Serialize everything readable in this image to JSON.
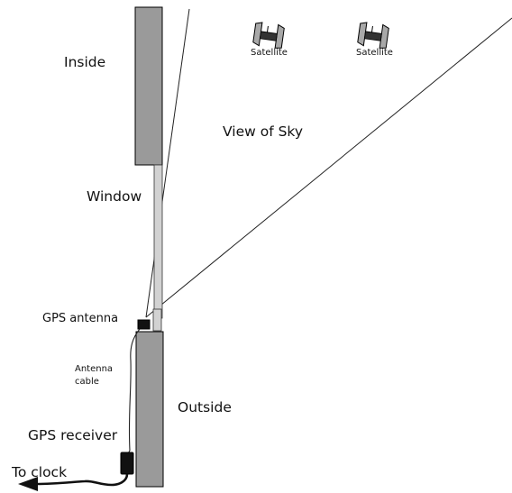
{
  "labels": {
    "inside": "Inside",
    "window": "Window",
    "view_of_sky": "View of Sky",
    "satellite_1": "Satellite",
    "satellite_2": "Satellite",
    "gps_antenna": "GPS antenna",
    "antenna_cable": "Antenna\ncable",
    "outside": "Outside",
    "gps_receiver": "GPS receiver",
    "to_clock": "To clock"
  },
  "colors": {
    "wall": "#9a9a9a",
    "window_glass": "#d2d2d2",
    "line": "#222222",
    "antenna": "#111111",
    "receiver": "#111111",
    "satellite_panel": "#a8a8a8",
    "satellite_body": "#333333"
  },
  "icons": {
    "satellite": "satellite-icon",
    "arrow": "arrow-left-icon"
  }
}
